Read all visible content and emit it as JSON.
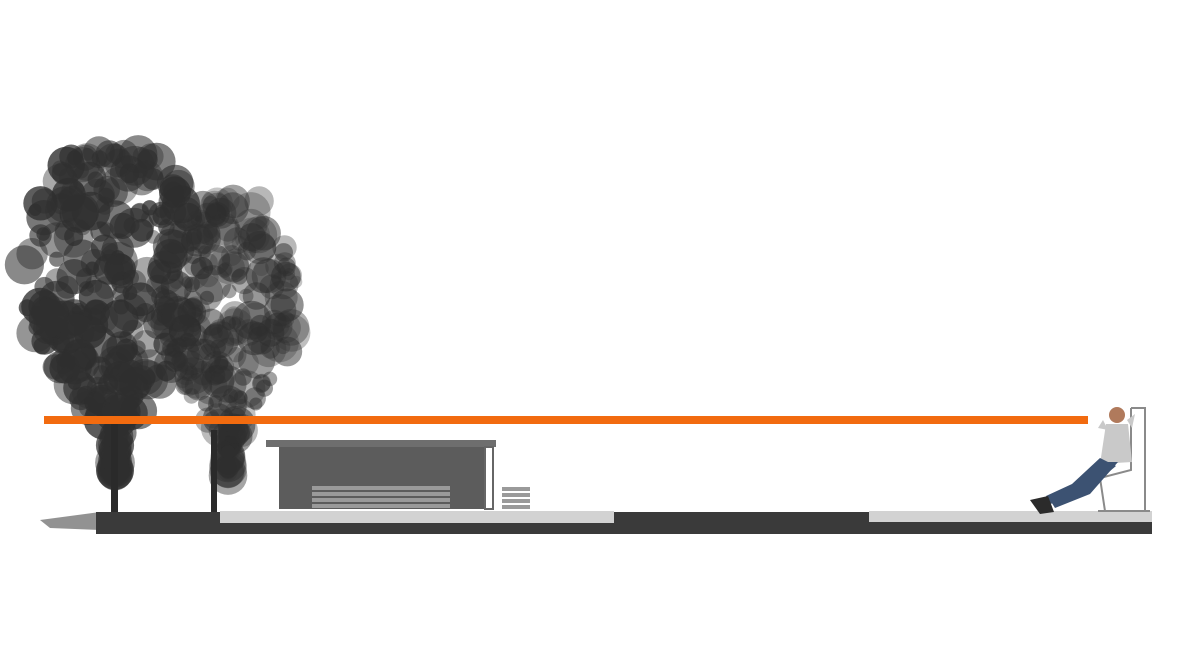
{
  "scene": {
    "description_elements": [
      "tree-left",
      "tree-right",
      "pavilion",
      "sitting-person",
      "ground-strip",
      "sightline"
    ],
    "colors": {
      "background": "#ffffff",
      "sightline": "#f26b0f",
      "ground": "#3a3a3a",
      "grass": "#4a4a4a",
      "paving": "#d2d2d2",
      "pavilion_wall": "#5c5c5c",
      "pavilion_roof": "#6e6e6e",
      "bench": "#9a9a9a",
      "tree_foliage": "#2f2f2f",
      "tree_trunk": "#2a2a2a",
      "person_shirt": "#c9c9c9",
      "person_jeans": "#3c5272",
      "person_skin": "#b07a5c",
      "chair_frame": "#8a8a8a"
    }
  }
}
